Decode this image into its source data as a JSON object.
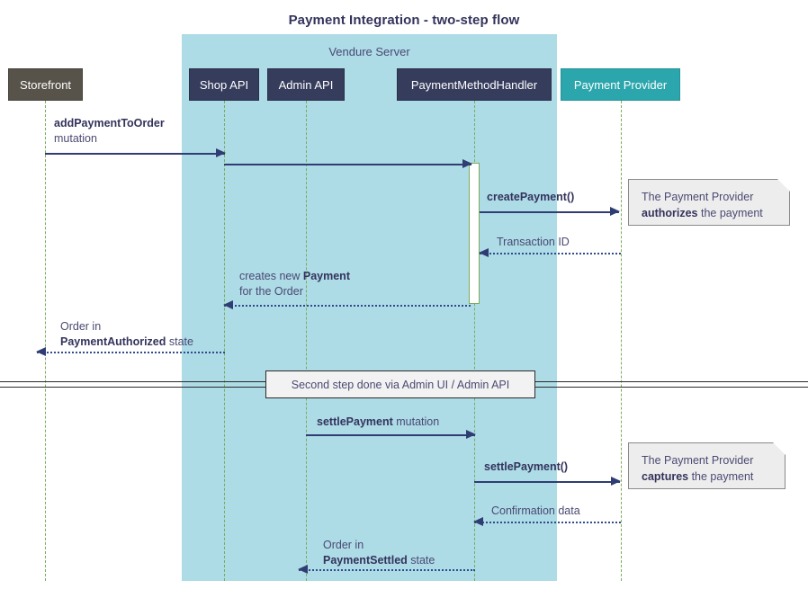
{
  "title": "Payment Integration - two-step flow",
  "group": {
    "label": "Vendure Server",
    "color": "#addbe6"
  },
  "participants": [
    {
      "id": "storefront",
      "label": "Storefront",
      "color": "#57534a"
    },
    {
      "id": "shop-api",
      "label": "Shop API",
      "color": "#363c5c"
    },
    {
      "id": "admin-api",
      "label": "Admin API",
      "color": "#363c5c"
    },
    {
      "id": "handler",
      "label": "PaymentMethodHandler",
      "color": "#363c5c"
    },
    {
      "id": "provider",
      "label": "Payment Provider",
      "color": "#2ba6ac"
    }
  ],
  "messages": [
    {
      "id": "add-payment-to-order",
      "from": "storefront",
      "to": "shop-api",
      "style": "solid",
      "label_bold": "addPaymentToOrder",
      "label_plain": "mutation"
    },
    {
      "id": "shop-api-to-handler",
      "from": "shop-api",
      "to": "handler",
      "style": "solid",
      "label_bold": "",
      "label_plain": ""
    },
    {
      "id": "create-payment",
      "from": "handler",
      "to": "provider",
      "style": "solid",
      "label_bold": "createPayment()",
      "label_plain": ""
    },
    {
      "id": "transaction-id",
      "from": "provider",
      "to": "handler",
      "style": "dotted",
      "label_bold": "",
      "label_plain": "Transaction ID"
    },
    {
      "id": "creates-new-payment",
      "from": "handler",
      "to": "shop-api",
      "style": "dotted",
      "label_line1_plain": "creates new ",
      "label_line1_bold": "Payment",
      "label_line2_plain": "for the Order"
    },
    {
      "id": "order-payment-authorized",
      "from": "shop-api",
      "to": "storefront",
      "style": "dotted",
      "label_line1_plain": "Order in",
      "label_line2_bold": "PaymentAuthorized",
      "label_line2_plain": " state"
    },
    {
      "id": "settle-payment-mutation",
      "from": "admin-api",
      "to": "handler",
      "style": "solid",
      "label_bold": "settlePayment",
      "label_plain": " mutation"
    },
    {
      "id": "settle-payment-call",
      "from": "handler",
      "to": "provider",
      "style": "solid",
      "label_bold": "settlePayment()",
      "label_plain": ""
    },
    {
      "id": "confirmation-data",
      "from": "provider",
      "to": "handler",
      "style": "dotted",
      "label_bold": "",
      "label_plain": "Confirmation data"
    },
    {
      "id": "order-payment-settled",
      "from": "handler",
      "to": "admin-api",
      "style": "dotted",
      "label_line1_plain": "Order in",
      "label_line2_bold": "PaymentSettled",
      "label_line2_plain": " state"
    }
  ],
  "notes": [
    {
      "id": "note-authorizes",
      "line1": "The Payment Provider",
      "bold": "authorizes",
      "line2_tail": " the payment"
    },
    {
      "id": "note-captures",
      "line1": "The Payment Provider",
      "bold": "captures",
      "line2_tail": " the payment"
    }
  ],
  "divider": {
    "label": "Second step done via Admin UI / Admin API"
  }
}
